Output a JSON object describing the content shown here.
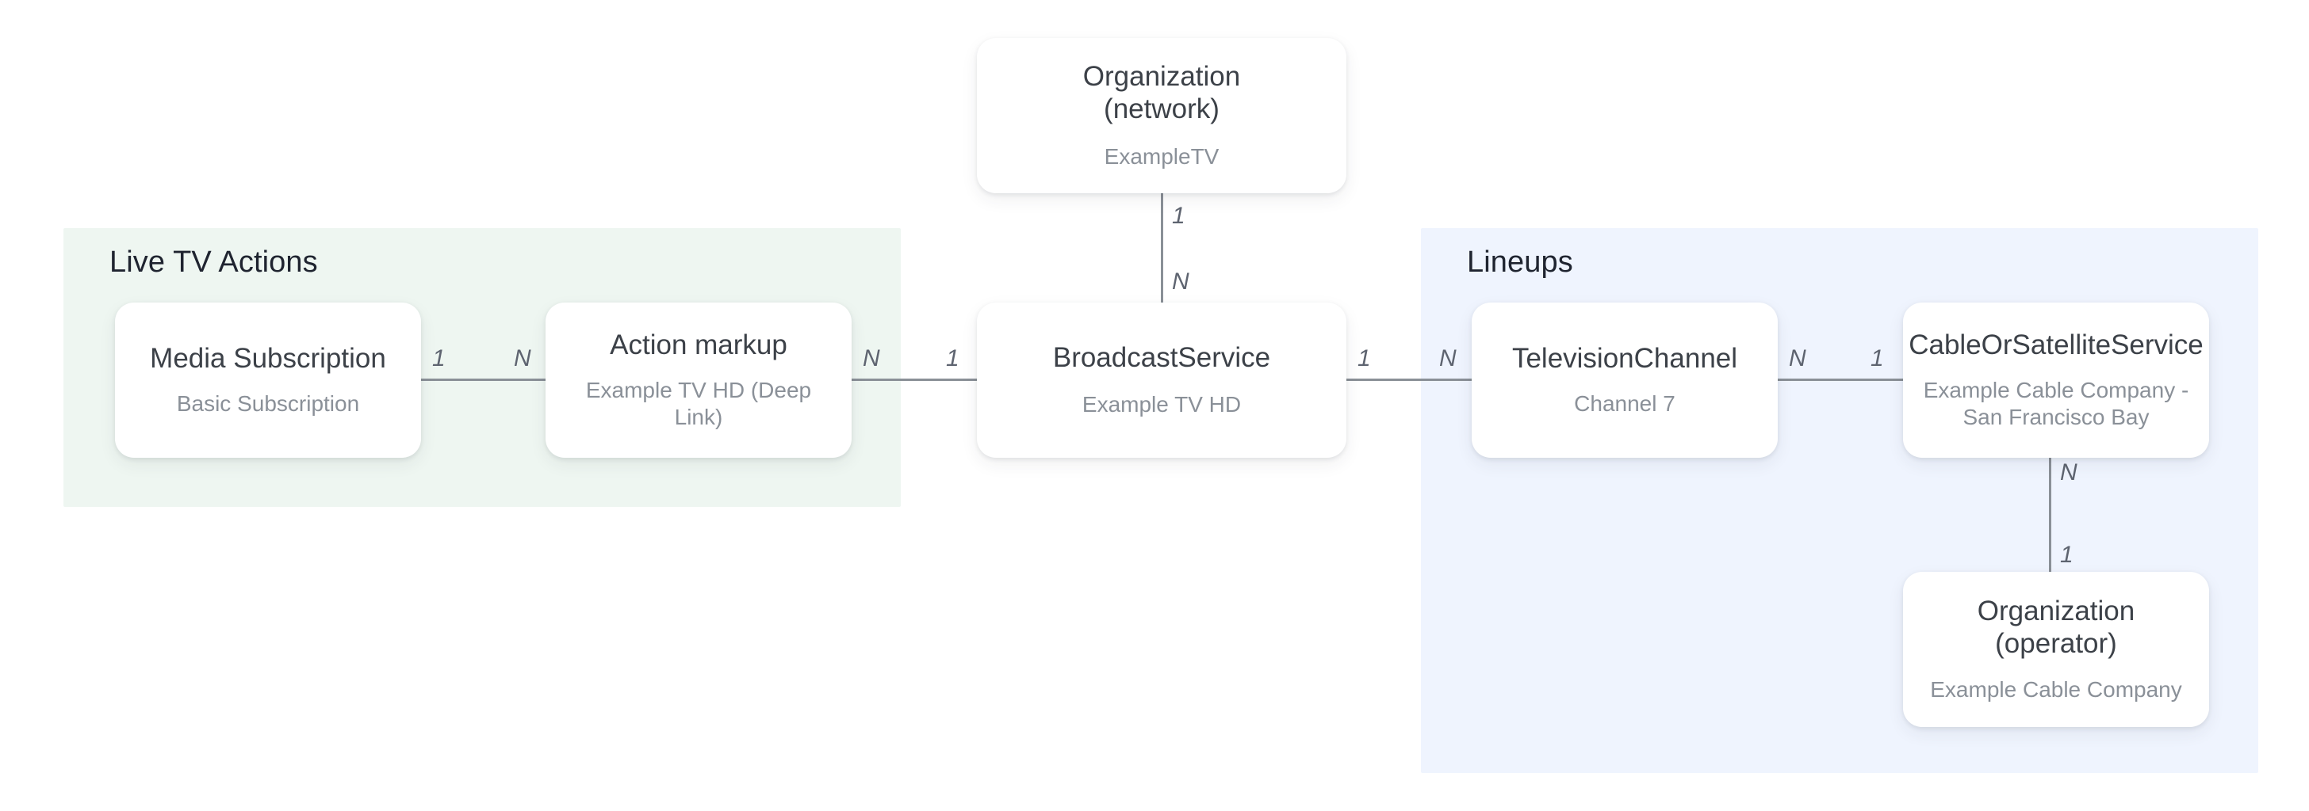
{
  "diagram": {
    "type": "entity-relationship",
    "panels": [
      {
        "id": "live-tv-actions",
        "title": "Live TV Actions",
        "color": "#eef6f1"
      },
      {
        "id": "lineups",
        "title": "Lineups",
        "color": "#eff4fe"
      }
    ],
    "nodes": [
      {
        "id": "organization-network",
        "title": "Organization\n(network)",
        "subtitle": "ExampleTV"
      },
      {
        "id": "media-subscription",
        "title": "Media Subscription",
        "subtitle": "Basic Subscription"
      },
      {
        "id": "action-markup",
        "title": "Action markup",
        "subtitle": "Example TV HD (Deep Link)"
      },
      {
        "id": "broadcast-service",
        "title": "BroadcastService",
        "subtitle": "Example TV HD"
      },
      {
        "id": "television-channel",
        "title": "TelevisionChannel",
        "subtitle": "Channel 7"
      },
      {
        "id": "cable-or-satellite-service",
        "title": "CableOrSatelliteService",
        "subtitle": "Example Cable Company -\nSan Francisco Bay"
      },
      {
        "id": "organization-operator",
        "title": "Organization (operator)",
        "subtitle": "Example Cable Company"
      }
    ],
    "edges": [
      {
        "id": "org-network-to-broadcast-service",
        "from": "organization-network",
        "to": "broadcast-service",
        "from_cardinality": "1",
        "to_cardinality": "N",
        "orientation": "vertical"
      },
      {
        "id": "media-subscription-to-action-markup",
        "from": "media-subscription",
        "to": "action-markup",
        "from_cardinality": "1",
        "to_cardinality": "N",
        "orientation": "horizontal"
      },
      {
        "id": "action-markup-to-broadcast-service",
        "from": "action-markup",
        "to": "broadcast-service",
        "from_cardinality": "N",
        "to_cardinality": "1",
        "orientation": "horizontal"
      },
      {
        "id": "broadcast-service-to-television-channel",
        "from": "broadcast-service",
        "to": "television-channel",
        "from_cardinality": "1",
        "to_cardinality": "N",
        "orientation": "horizontal"
      },
      {
        "id": "television-channel-to-cable-or-satellite-service",
        "from": "television-channel",
        "to": "cable-or-satellite-service",
        "from_cardinality": "N",
        "to_cardinality": "1",
        "orientation": "horizontal"
      },
      {
        "id": "cable-or-satellite-service-to-organization-operator",
        "from": "cable-or-satellite-service",
        "to": "organization-operator",
        "from_cardinality": "N",
        "to_cardinality": "1",
        "orientation": "vertical"
      }
    ],
    "edge_labels": {
      "org_to_broadcast_top": "1",
      "org_to_broadcast_bottom": "N",
      "media_sub_right": "1",
      "action_markup_left": "N",
      "action_markup_right": "N",
      "broadcast_left": "1",
      "broadcast_right": "1",
      "tv_channel_left": "N",
      "tv_channel_right": "N",
      "cable_sat_left": "1",
      "cable_sat_down_top": "N",
      "cable_sat_down_bottom": "1"
    },
    "colors": {
      "node_title": "#3c4148",
      "node_subtitle": "#8a9098",
      "edge_line": "#8a9097",
      "edge_label": "#5e6470",
      "panel_title": "#1f2430",
      "background": "#ffffff"
    }
  }
}
